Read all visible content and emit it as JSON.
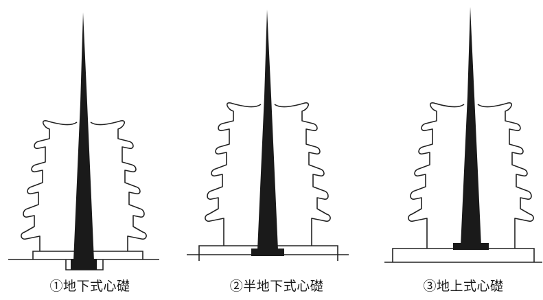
{
  "figures": [
    {
      "id": "underground",
      "caption": "①地下式心礎"
    },
    {
      "id": "semi-underground",
      "caption": "②半地下式心礎"
    },
    {
      "id": "aboveground",
      "caption": "③地上式心礎"
    }
  ],
  "colors": {
    "pillar": "#1a1a1a",
    "outline": "#222222",
    "background": "#ffffff"
  }
}
